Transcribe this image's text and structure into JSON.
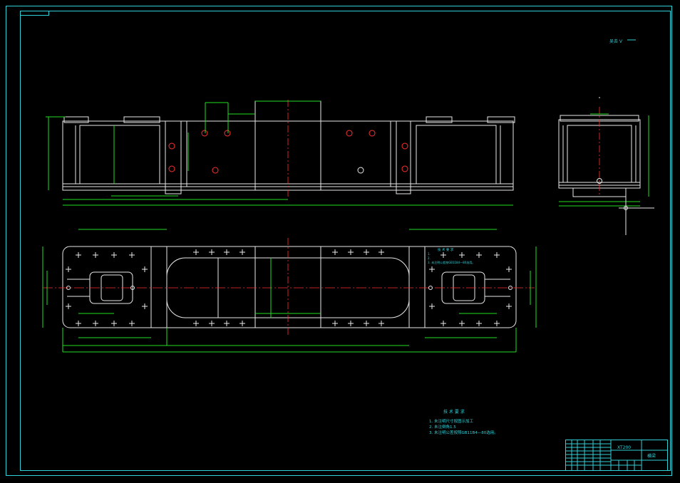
{
  "drawing": {
    "view_label": "吴去 V",
    "notes": {
      "title": "技 术 要 求",
      "items": [
        "1. 未注明尺寸按图示加工",
        "2. 未注倒角1.5",
        "3. 未注明公差按照GB11B4—80选用。"
      ],
      "small_title": "技 术 要 求",
      "small_items": [
        "1.",
        "2.",
        "3. 未注明公差按GB1184—80选用。"
      ]
    },
    "title_block": {
      "part_code": "XT200",
      "part_name": "横梁"
    },
    "colors": {
      "frame": "#30d0d8",
      "outline": "#e8e8e8",
      "dimension": "#22dd22",
      "centerline": "#ff3030"
    }
  }
}
